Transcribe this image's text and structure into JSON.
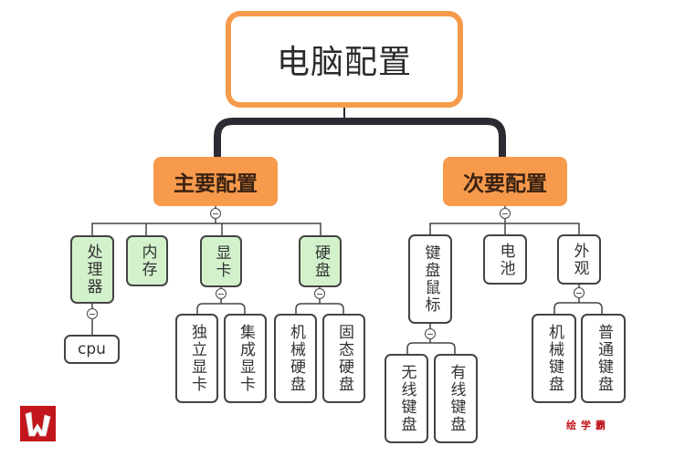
{
  "root": {
    "label": "电脑配置"
  },
  "primary": {
    "label": "主要配置",
    "children": [
      {
        "label": "处理器",
        "children": [
          {
            "label": "cpu"
          }
        ]
      },
      {
        "label": "内存"
      },
      {
        "label": "显卡",
        "children": [
          {
            "label": "独立显卡"
          },
          {
            "label": "集成显卡"
          }
        ]
      },
      {
        "label": "硬盘",
        "children": [
          {
            "label": "机械硬盘"
          },
          {
            "label": "固态硬盘"
          }
        ]
      }
    ]
  },
  "secondary": {
    "label": "次要配置",
    "children": [
      {
        "label": "键盘鼠标",
        "children": [
          {
            "label": "无线键盘"
          },
          {
            "label": "有线键盘"
          }
        ]
      },
      {
        "label": "电池"
      },
      {
        "label": "外观",
        "children": [
          {
            "label": "机械键盘"
          },
          {
            "label": "普通键盘"
          }
        ]
      }
    ]
  },
  "watermark": "绘学霸",
  "colors": {
    "root_border": "#f59a4b",
    "mid_fill": "#f79a4c",
    "green_fill": "#d3f2cc",
    "logo": "#c3161c",
    "watermark": "#c0121a"
  }
}
